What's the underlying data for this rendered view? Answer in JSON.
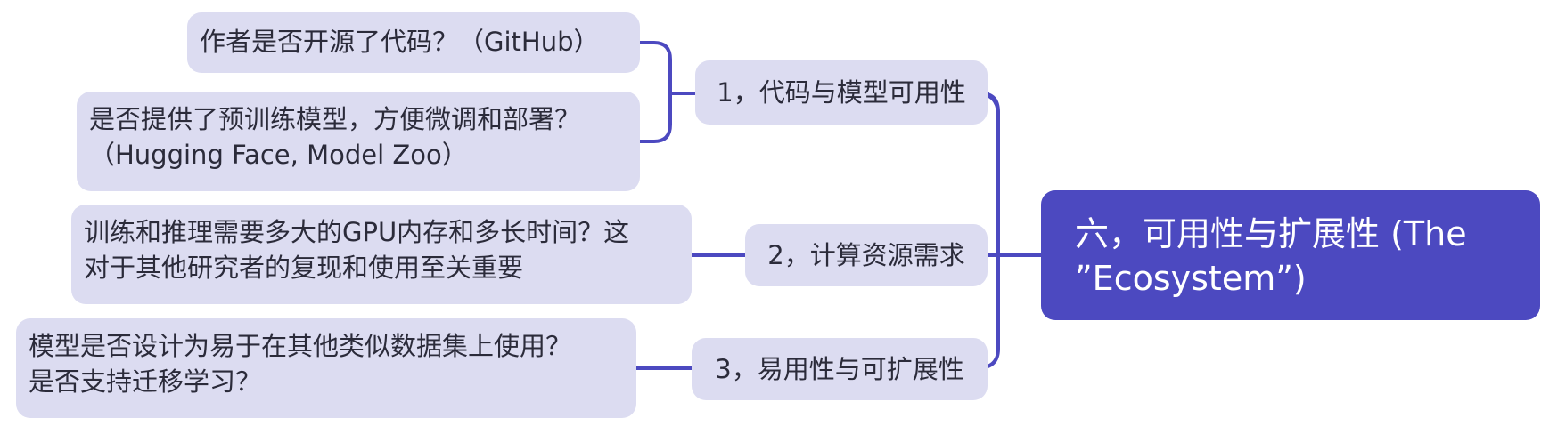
{
  "colors": {
    "connector": "#4c49c0",
    "root_fill": "#4c49c0",
    "node_fill": "#dcdcf1",
    "node_text": "#2b2b3a"
  },
  "root": {
    "line1": "六，可用性与扩展性 (The",
    "line2": "”Ecosystem”)"
  },
  "branches": [
    {
      "label": "1，代码与模型可用性",
      "leaves": [
        {
          "lines": [
            "作者是否开源了代码？（GitHub）"
          ]
        },
        {
          "lines": [
            "是否提供了预训练模型，方便微调和部署？",
            "（Hugging Face, Model Zoo）"
          ]
        }
      ]
    },
    {
      "label": "2，计算资源需求",
      "leaves": [
        {
          "lines": [
            "训练和推理需要多大的GPU内存和多长时间？这",
            "对于其他研究者的复现和使用至关重要"
          ]
        }
      ]
    },
    {
      "label": "3，易用性与可扩展性",
      "leaves": [
        {
          "lines": [
            "模型是否设计为易于在其他类似数据集上使用？",
            "是否支持迁移学习？"
          ]
        }
      ]
    }
  ]
}
